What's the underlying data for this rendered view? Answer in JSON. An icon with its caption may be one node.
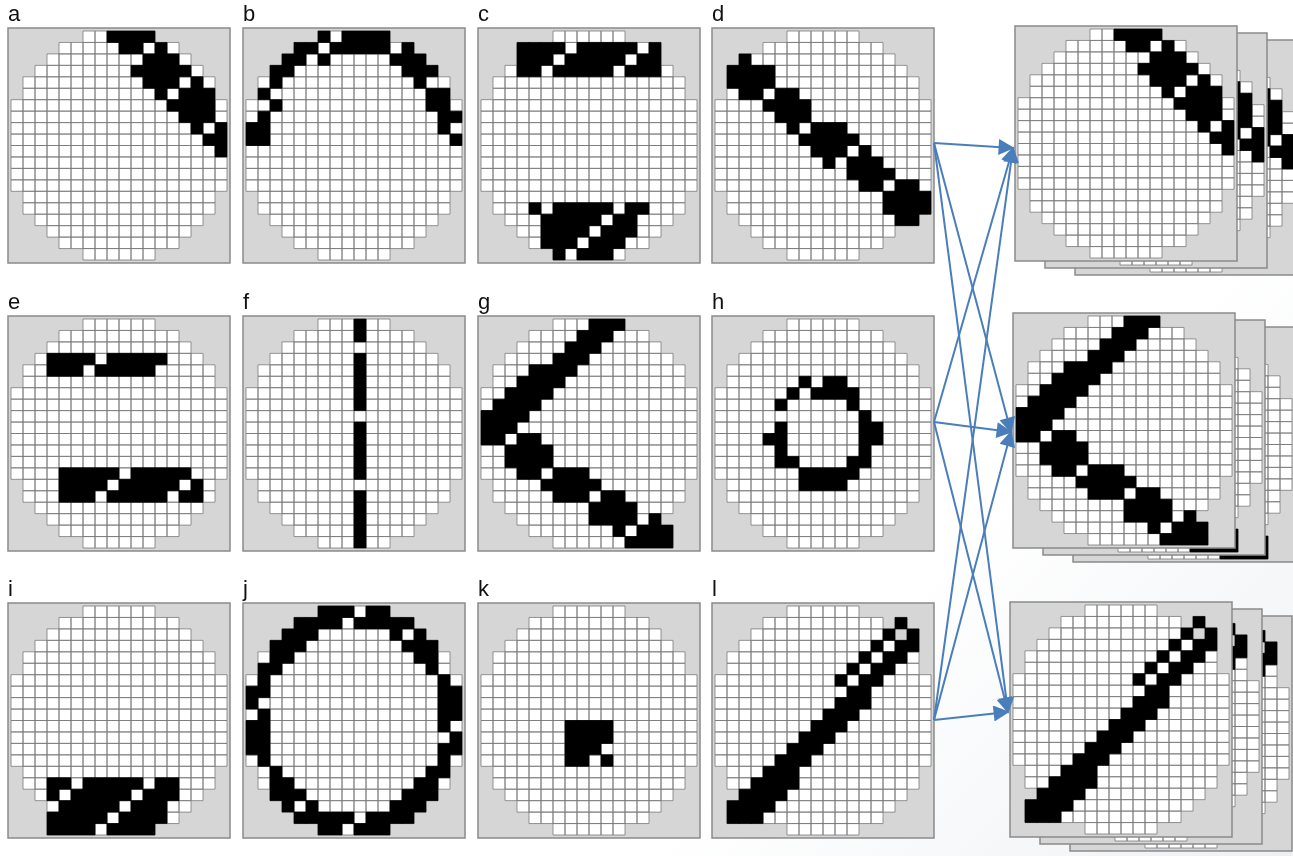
{
  "diagram": {
    "nodes": [
      {
        "text": [
          "a"
        ]
      },
      {
        "text": [
          "b"
        ]
      },
      {
        "text": [
          "c"
        ]
      },
      {
        "text": [
          "d"
        ]
      },
      {
        "text": [
          "e"
        ]
      },
      {
        "text": [
          "f"
        ]
      },
      {
        "text": [
          "g"
        ]
      },
      {
        "text": [
          "h"
        ]
      },
      {
        "text": [
          "i"
        ]
      },
      {
        "text": [
          "j"
        ]
      },
      {
        "text": [
          "k"
        ]
      },
      {
        "text": [
          "l"
        ]
      },
      {
        "text": [],
        "shape": "picture"
      },
      {
        "text": [],
        "shape": "picture"
      },
      {
        "text": [],
        "shape": "picture"
      }
    ],
    "edges": [
      {
        "from": 3,
        "to": 12,
        "arrow": "to"
      },
      {
        "from": 3,
        "to": 13,
        "arrow": "to"
      },
      {
        "from": 3,
        "to": 14,
        "arrow": "to"
      },
      {
        "from": 7,
        "to": 12,
        "arrow": "to"
      },
      {
        "from": 7,
        "to": 13,
        "arrow": "to"
      },
      {
        "from": 7,
        "to": 14,
        "arrow": "to"
      },
      {
        "from": 11,
        "to": 12,
        "arrow": "to"
      },
      {
        "from": 11,
        "to": 13,
        "arrow": "to"
      },
      {
        "from": 11,
        "to": 14,
        "arrow": "to"
      }
    ]
  }
}
